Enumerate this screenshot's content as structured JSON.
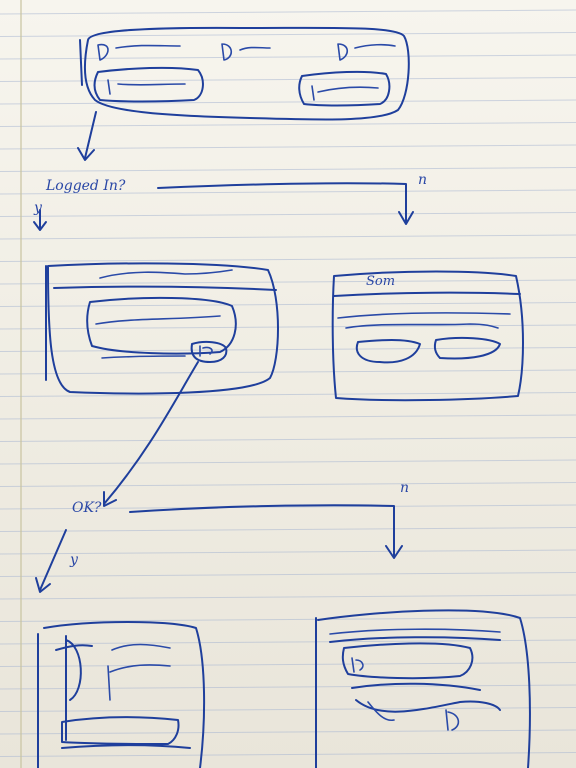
{
  "labels": {
    "logged_in_question": "Logged In?",
    "yes_1": "y",
    "no_1": "n",
    "ok_question": "OK?",
    "yes_2": "y",
    "no_2": "n",
    "login_box_text": "Som"
  },
  "colors": {
    "ink": "#1f3f9c",
    "paper": "#f2efe6",
    "rule_line": "#a9b7d2",
    "margin_line": "#c8c3a0"
  }
}
